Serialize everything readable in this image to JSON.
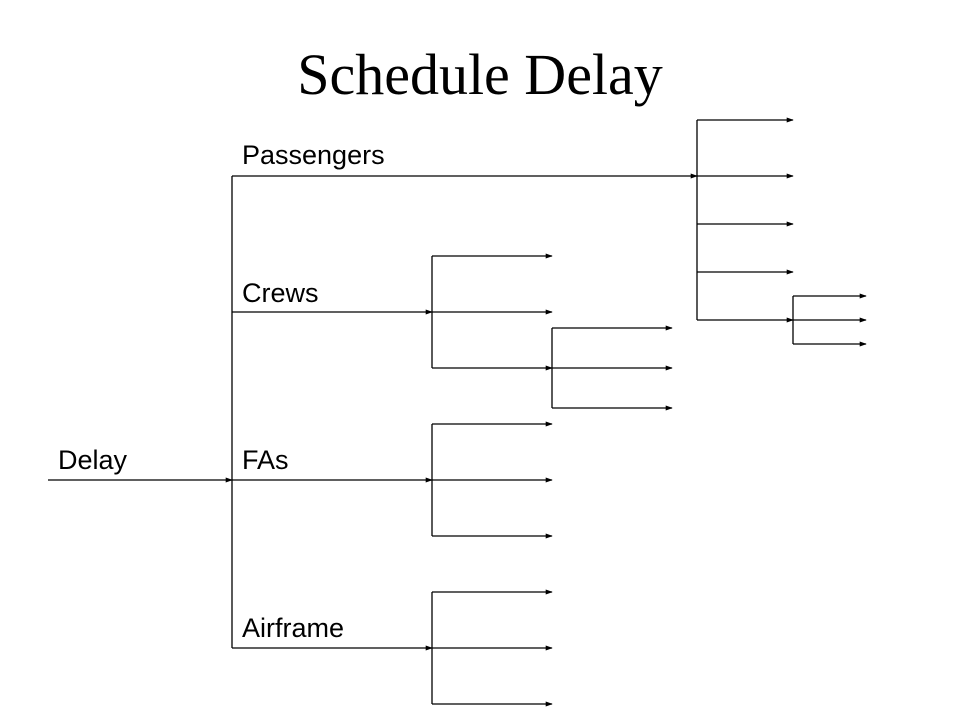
{
  "title": "Schedule Delay",
  "root": {
    "label": "Delay"
  },
  "branches": [
    {
      "label": "Passengers"
    },
    {
      "label": "Crews"
    },
    {
      "label": "FAs"
    },
    {
      "label": "Airframe"
    }
  ]
}
